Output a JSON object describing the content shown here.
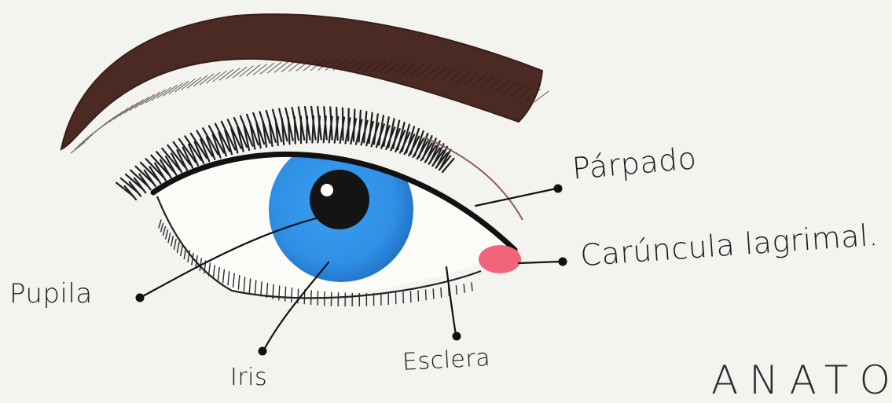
{
  "labels": {
    "parpado": "Párpado",
    "caruncula": "Carúncula lagrimal.",
    "pupila": "Pupila",
    "iris": "Iris",
    "esclera": "Esclera",
    "title_partial": "ANATO"
  },
  "colors": {
    "eyebrow": "#4a2a22",
    "iris": "#2f8fe6",
    "iris_dark": "#1f6fc2",
    "pupil": "#141414",
    "caruncle": "#f2647a",
    "lashes": "#1e1e1e",
    "ink": "#111111",
    "background": "#f3f3ef"
  }
}
